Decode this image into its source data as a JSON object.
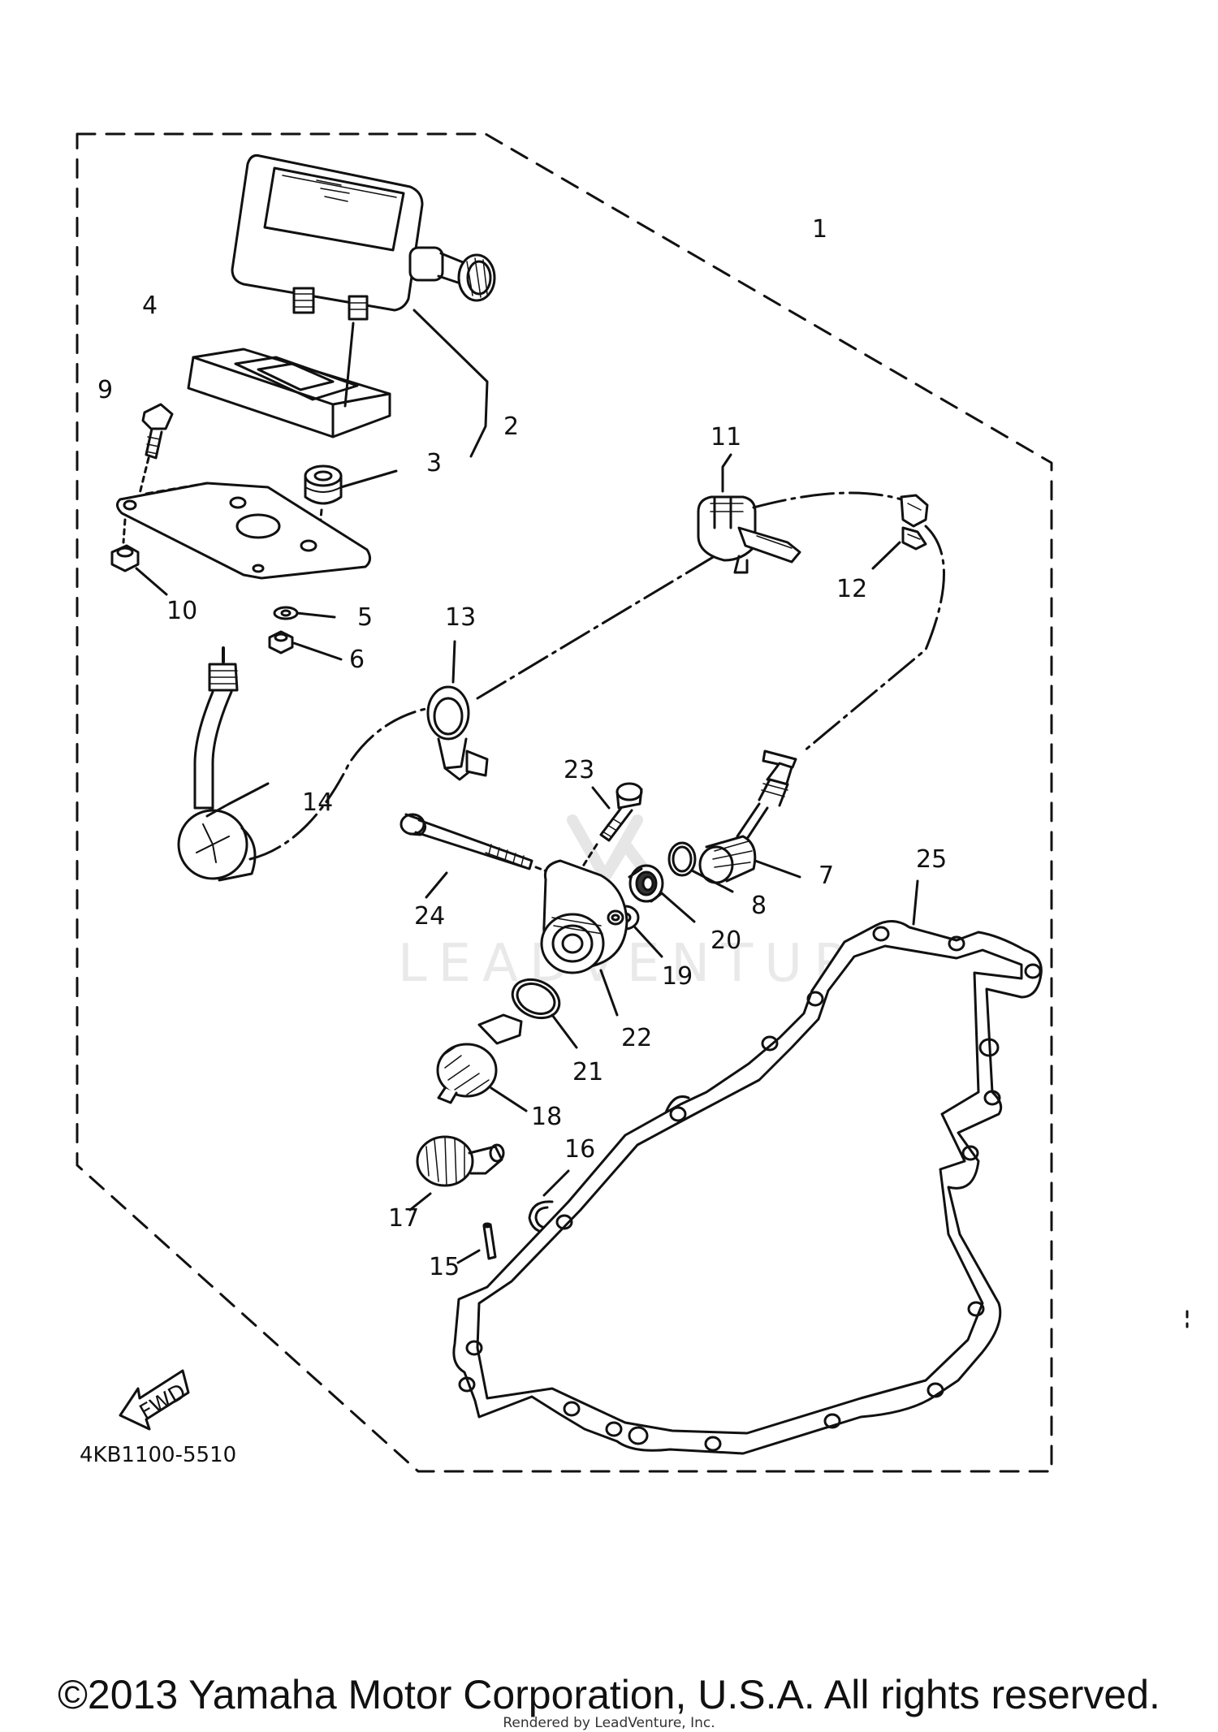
{
  "diagram": {
    "callouts": [
      {
        "id": "1",
        "label": "1"
      },
      {
        "id": "2",
        "label": "2"
      },
      {
        "id": "3",
        "label": "3"
      },
      {
        "id": "4",
        "label": "4"
      },
      {
        "id": "5",
        "label": "5"
      },
      {
        "id": "6",
        "label": "6"
      },
      {
        "id": "7",
        "label": "7"
      },
      {
        "id": "8",
        "label": "8"
      },
      {
        "id": "9",
        "label": "9"
      },
      {
        "id": "10",
        "label": "10"
      },
      {
        "id": "11",
        "label": "11"
      },
      {
        "id": "12",
        "label": "12"
      },
      {
        "id": "13",
        "label": "13"
      },
      {
        "id": "14",
        "label": "14"
      },
      {
        "id": "15",
        "label": "15"
      },
      {
        "id": "16",
        "label": "16"
      },
      {
        "id": "17",
        "label": "17"
      },
      {
        "id": "18",
        "label": "18"
      },
      {
        "id": "19",
        "label": "19"
      },
      {
        "id": "20",
        "label": "20"
      },
      {
        "id": "21",
        "label": "21"
      },
      {
        "id": "22",
        "label": "22"
      },
      {
        "id": "23",
        "label": "23"
      },
      {
        "id": "24",
        "label": "24"
      },
      {
        "id": "25",
        "label": "25"
      }
    ],
    "fwd_label": "FWD",
    "part_code": "4KB1100-5510",
    "watermark_text": "LEADVENTURE"
  },
  "footer": {
    "copyright": "©2013 Yamaha Motor Corporation, U.S.A. All rights reserved.",
    "rendered_by": "Rendered by LeadVenture, Inc."
  }
}
